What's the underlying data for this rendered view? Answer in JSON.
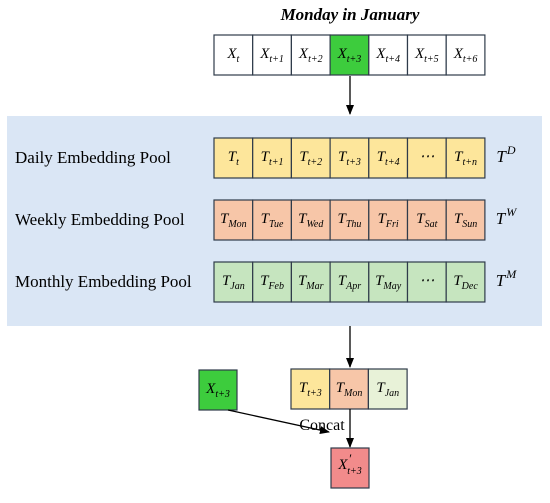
{
  "title": "Monday in January",
  "input_sequence": [
    {
      "base": "X",
      "sub": "t",
      "sup": "",
      "color": "#ffffff"
    },
    {
      "base": "X",
      "sub": "t+1",
      "sup": "",
      "color": "#ffffff"
    },
    {
      "base": "X",
      "sub": "t+2",
      "sup": "",
      "color": "#ffffff"
    },
    {
      "base": "X",
      "sub": "t+3",
      "sup": "",
      "color": "#3dcc3d"
    },
    {
      "base": "X",
      "sub": "t+4",
      "sup": "",
      "color": "#ffffff"
    },
    {
      "base": "X",
      "sub": "t+5",
      "sup": "",
      "color": "#ffffff"
    },
    {
      "base": "X",
      "sub": "t+6",
      "sup": "",
      "color": "#ffffff"
    }
  ],
  "pools": [
    {
      "label": "Daily Embedding Pool",
      "color": "#fde69b",
      "symbol": {
        "base": "T",
        "sup": "D"
      },
      "cells": [
        {
          "base": "T",
          "sub": "t",
          "sup": ""
        },
        {
          "base": "T",
          "sub": "t+1",
          "sup": ""
        },
        {
          "base": "T",
          "sub": "t+2",
          "sup": ""
        },
        {
          "base": "T",
          "sub": "t+3",
          "sup": ""
        },
        {
          "base": "T",
          "sub": "t+4",
          "sup": ""
        },
        {
          "base": "⋯",
          "sub": "",
          "sup": ""
        },
        {
          "base": "T",
          "sub": "t+n",
          "sup": ""
        }
      ]
    },
    {
      "label": "Weekly Embedding Pool",
      "color": "#f7c6a8",
      "symbol": {
        "base": "T",
        "sup": "W"
      },
      "cells": [
        {
          "base": "T",
          "sub": "Mon",
          "sup": ""
        },
        {
          "base": "T",
          "sub": "Tue",
          "sup": ""
        },
        {
          "base": "T",
          "sub": "Wed",
          "sup": ""
        },
        {
          "base": "T",
          "sub": "Thu",
          "sup": ""
        },
        {
          "base": "T",
          "sub": "Fri",
          "sup": ""
        },
        {
          "base": "T",
          "sub": "Sat",
          "sup": ""
        },
        {
          "base": "T",
          "sub": "Sun",
          "sup": ""
        }
      ]
    },
    {
      "label": "Monthly Embedding Pool",
      "color": "#c6e5bf",
      "symbol": {
        "base": "T",
        "sup": "M"
      },
      "cells": [
        {
          "base": "T",
          "sub": "Jan",
          "sup": ""
        },
        {
          "base": "T",
          "sub": "Feb",
          "sup": ""
        },
        {
          "base": "T",
          "sub": "Mar",
          "sup": ""
        },
        {
          "base": "T",
          "sub": "Apr",
          "sup": ""
        },
        {
          "base": "T",
          "sub": "May",
          "sup": ""
        },
        {
          "base": "⋯",
          "sub": "",
          "sup": ""
        },
        {
          "base": "T",
          "sub": "Dec",
          "sup": ""
        }
      ]
    }
  ],
  "selected": {
    "x_cell": {
      "base": "X",
      "sub": "t+3",
      "sup": "",
      "color": "#3dcc3d"
    },
    "concat_cells": [
      {
        "base": "T",
        "sub": "t+3",
        "sup": "",
        "color": "#fde69b"
      },
      {
        "base": "T",
        "sub": "Mon",
        "sup": "",
        "color": "#f7c6a8"
      },
      {
        "base": "T",
        "sub": "Jan",
        "sup": "",
        "color": "#e8f2d8"
      }
    ],
    "concat_label": "Concat",
    "output": {
      "base": "X",
      "sub": "t+3",
      "sup": "′",
      "color": "#f28b8b"
    }
  },
  "colors": {
    "panel": "#dae6f5",
    "stroke": "#2f3b4a"
  }
}
